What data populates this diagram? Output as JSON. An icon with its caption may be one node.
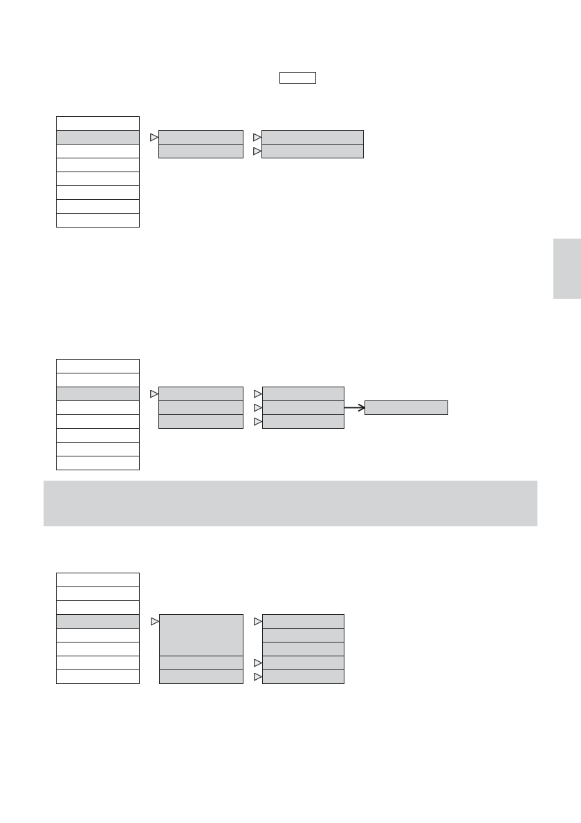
{
  "diagram": {
    "nodes": [
      {
        "text": [],
        "shape": "box"
      },
      {
        "text": [],
        "shape": "box"
      },
      {
        "text": [],
        "shape": "box"
      },
      {
        "text": [],
        "shape": "box"
      },
      {
        "text": [],
        "shape": "box"
      },
      {
        "text": [],
        "shape": "box"
      },
      {
        "text": [],
        "shape": "box"
      },
      {
        "text": [],
        "shape": "box"
      },
      {
        "text": [],
        "shape": "box"
      },
      {
        "text": [],
        "shape": "box"
      },
      {
        "text": [],
        "shape": "box"
      },
      {
        "text": [],
        "shape": "box"
      },
      {
        "text": [],
        "shape": "box"
      },
      {
        "text": [],
        "shape": "band"
      },
      {
        "text": [],
        "shape": "box"
      },
      {
        "text": [],
        "shape": "box"
      },
      {
        "text": [],
        "shape": "box"
      },
      {
        "text": [],
        "shape": "box"
      },
      {
        "text": [],
        "shape": "box"
      },
      {
        "text": [],
        "shape": "box"
      },
      {
        "text": [],
        "shape": "box"
      },
      {
        "text": [],
        "shape": "box"
      },
      {
        "text": [],
        "shape": "box"
      },
      {
        "text": [],
        "shape": "box"
      },
      {
        "text": [],
        "shape": "box"
      },
      {
        "text": [],
        "shape": "box"
      },
      {
        "text": [],
        "shape": "box"
      },
      {
        "text": [],
        "shape": "box"
      },
      {
        "text": [],
        "shape": "box"
      },
      {
        "text": [],
        "shape": "band"
      },
      {
        "text": [],
        "shape": "box"
      },
      {
        "text": [],
        "shape": "box"
      },
      {
        "text": [],
        "shape": "box"
      },
      {
        "text": [],
        "shape": "box"
      },
      {
        "text": [],
        "shape": "box"
      },
      {
        "text": [],
        "shape": "box"
      },
      {
        "text": [],
        "shape": "box"
      },
      {
        "text": [],
        "shape": "box"
      },
      {
        "text": [],
        "shape": "box"
      },
      {
        "text": [],
        "shape": "box"
      },
      {
        "text": [],
        "shape": "box"
      },
      {
        "text": [],
        "shape": "box"
      },
      {
        "text": [],
        "shape": "box"
      },
      {
        "text": [],
        "shape": "box"
      },
      {
        "text": [],
        "shape": "box"
      },
      {
        "text": [],
        "shape": "box"
      }
    ],
    "edges": [
      {
        "from": 2,
        "to": 9,
        "arrow": "to"
      },
      {
        "from": 9,
        "to": 11,
        "arrow": "to"
      },
      {
        "from": 10,
        "to": 12,
        "arrow": "to"
      },
      {
        "from": 16,
        "to": 22,
        "arrow": "to"
      },
      {
        "from": 22,
        "to": 25,
        "arrow": "to"
      },
      {
        "from": 23,
        "to": 26,
        "arrow": "to"
      },
      {
        "from": 24,
        "to": 27,
        "arrow": "to"
      },
      {
        "from": 26,
        "to": 28,
        "arrow": "to",
        "color": "#111111"
      },
      {
        "from": 33,
        "to": 38,
        "arrow": "to"
      },
      {
        "from": 38,
        "to": 41,
        "arrow": "to"
      },
      {
        "from": 39,
        "to": 44,
        "arrow": "to"
      },
      {
        "from": 40,
        "to": 45,
        "arrow": "to"
      }
    ]
  }
}
